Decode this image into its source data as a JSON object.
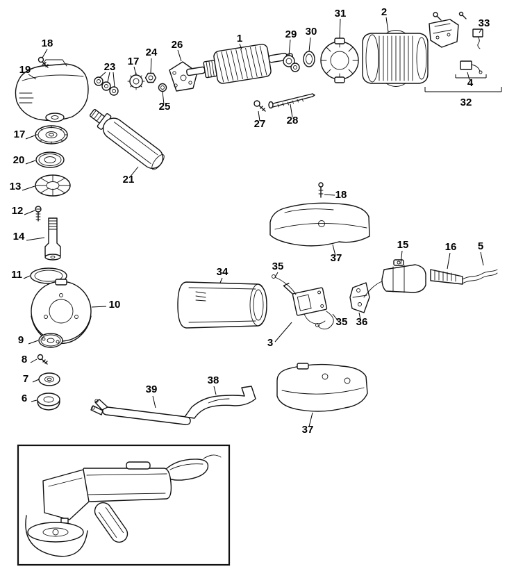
{
  "colors": {
    "line": "#111111",
    "background": "#ffffff"
  },
  "callouts": [
    {
      "label": "18"
    },
    {
      "label": "19"
    },
    {
      "label": "23"
    },
    {
      "label": "17"
    },
    {
      "label": "24"
    },
    {
      "label": "26"
    },
    {
      "label": "25"
    },
    {
      "label": "1"
    },
    {
      "label": "29"
    },
    {
      "label": "30"
    },
    {
      "label": "31"
    },
    {
      "label": "2"
    },
    {
      "label": "33"
    },
    {
      "label": "4"
    },
    {
      "label": "32"
    },
    {
      "label": "27"
    },
    {
      "label": "28"
    },
    {
      "label": "17"
    },
    {
      "label": "20"
    },
    {
      "label": "13"
    },
    {
      "label": "12"
    },
    {
      "label": "14"
    },
    {
      "label": "21"
    },
    {
      "label": "18"
    },
    {
      "label": "37"
    },
    {
      "label": "11"
    },
    {
      "label": "10"
    },
    {
      "label": "34"
    },
    {
      "label": "35"
    },
    {
      "label": "15"
    },
    {
      "label": "16"
    },
    {
      "label": "5"
    },
    {
      "label": "35"
    },
    {
      "label": "36"
    },
    {
      "label": "3"
    },
    {
      "label": "9"
    },
    {
      "label": "8"
    },
    {
      "label": "7"
    },
    {
      "label": "6"
    },
    {
      "label": "39"
    },
    {
      "label": "38"
    },
    {
      "label": "37"
    }
  ]
}
